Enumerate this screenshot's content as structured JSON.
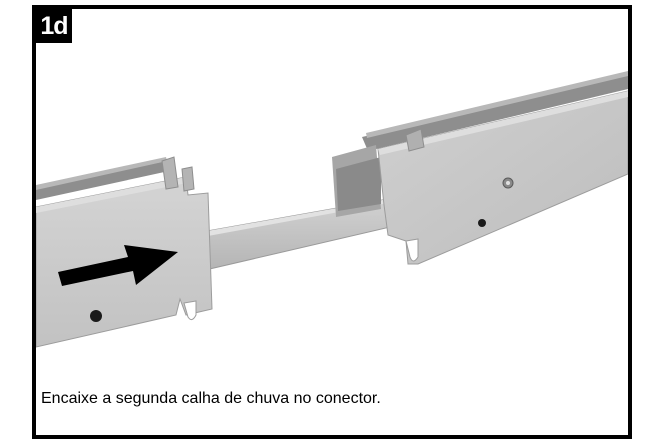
{
  "step": {
    "label": "1d"
  },
  "caption": {
    "text": "Encaixe a segunda calha de chuva no conector."
  },
  "illustration": {
    "parts": [
      "left-gutter",
      "connector",
      "right-gutter",
      "direction-arrow"
    ],
    "colors": {
      "metal_face": "#c8c8c8",
      "metal_top": "#9a9a9a",
      "connector": "#c0c0c0",
      "arrow": "#000000",
      "frame": "#000000"
    }
  }
}
